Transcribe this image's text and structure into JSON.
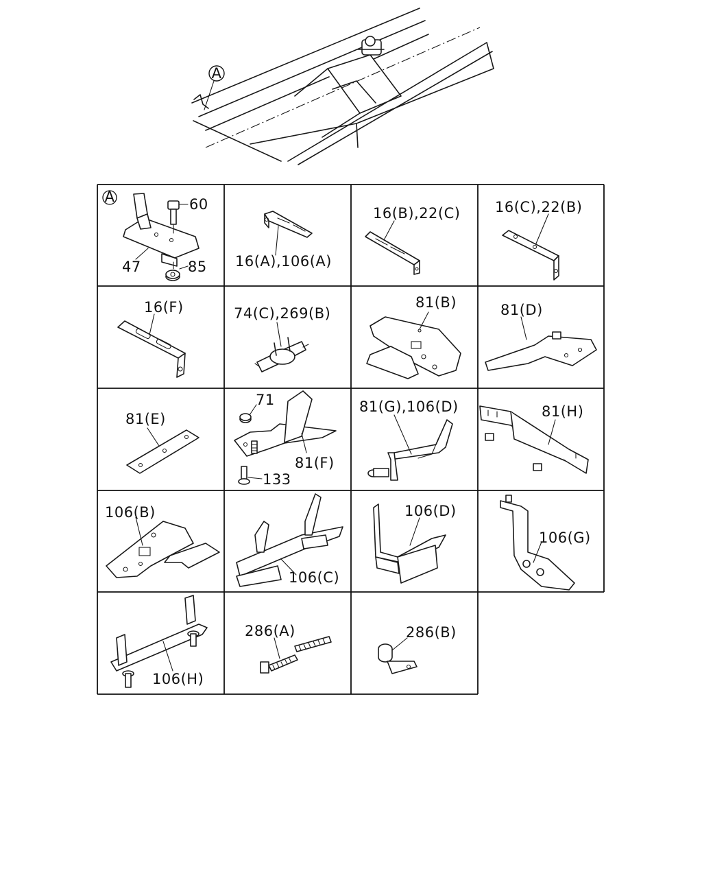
{
  "detail_marker": "A",
  "callouts": {
    "c1": {
      "tag": "A",
      "parts": [
        "60",
        "47",
        "85"
      ]
    },
    "c2": "16(A),106(A)",
    "c3": "16(B),22(C)",
    "c4": "16(C),22(B)",
    "c5": "16(F)",
    "c6": "74(C),269(B)",
    "c7": "81(B)",
    "c8": "81(D)",
    "c9": "81(E)",
    "c10": {
      "parts": [
        "71",
        "81(F)",
        "133"
      ]
    },
    "c11": "81(G),106(D)",
    "c12": "81(H)",
    "c13": "106(B)",
    "c14": "106(C)",
    "c15": "106(D)",
    "c16": "106(G)",
    "c17": "106(H)",
    "c18": "286(A)",
    "c19": "286(B)"
  }
}
